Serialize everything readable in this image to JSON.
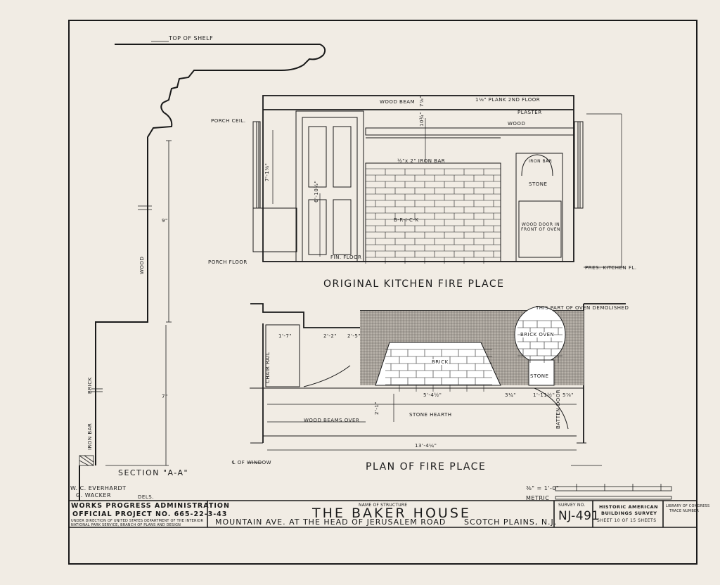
{
  "section": {
    "top_of_shelf": "TOP OF SHELF",
    "wood": "WOOD",
    "brick": "BRICK",
    "iron_bar": "IRON BAR",
    "dim_9": "9\"",
    "dim_7": "7\"",
    "caption": "SECTION \"A-A\""
  },
  "elevation": {
    "caption": "ORIGINAL KITCHEN FIRE PLACE",
    "wood_beam": "WOOD BEAM",
    "plank_2nd_floor": "1⅛\" PLANK 2ND FLOOR",
    "plaster": "PLASTER",
    "wood": "WOOD",
    "porch_ceil": "PORCH CEIL.",
    "porch_floor": "PORCH FLOOR",
    "fin_floor": "FIN. FLOOR",
    "iron_bar": "½\"x 2\" IRON BAR",
    "brick": "B-R-I-C-K",
    "stone": "STONE",
    "iron_bars_oven": "IRON BAR",
    "wood_door": "WOOD DOOR IN FRONT OF OVEN",
    "pres_kitchen_fl": "PRES. KITCHEN FL.",
    "dim_7_1": "7'-1⅜\"",
    "dim_6_10": "6'-10½\"",
    "dim_10": "10¾\"",
    "dim_7_7": "7⅞\""
  },
  "plan": {
    "caption": "PLAN OF FIRE PLACE",
    "demolished_note": "THIS PART OF OVEN DEMOLISHED",
    "brick_oven": "BRICK OVEN",
    "brick": "BRICK",
    "stone": "STONE",
    "chair_rail": "CHAIR RAIL",
    "stone_hearth": "STONE HEARTH",
    "wood_beams_over": "WOOD BEAMS OVER",
    "batten_door": "BATTEN DOOR",
    "of_window": "℄ OF WINDOW",
    "dim_1_7": "1'-7\"",
    "dim_2_2": "2'-2\"",
    "dim_2_5": "2'-5\"",
    "dim_5_4": "5'-4½\"",
    "dim_1_11": "1'-11½\"",
    "dim_13_4": "13'-4¼\"",
    "dim_2_1": "2'-1\"",
    "dim_3_4": "3¼\"",
    "dim_5_8": "5⅞\""
  },
  "scale": {
    "imperial": "⅜\" = 1'-0\"",
    "metric": "METRIC"
  },
  "title_block": {
    "delineators": [
      "W. C. EVERHARDT",
      "G. WACKER",
      "DELS."
    ],
    "wpa": "WORKS PROGRESS ADMINISTRATION",
    "project": "OFFICIAL PROJECT NO. 665-22-3-43",
    "under_direction": "UNDER DIRECTION OF UNITED STATES DEPARTMENT OF THE INTERIOR",
    "nps": "NATIONAL PARK SERVICE, BRANCH OF PLANS AND DESIGN",
    "name_label": "NAME OF STRUCTURE",
    "structure": "THE BAKER HOUSE",
    "location": "MOUNTAIN AVE. AT THE HEAD OF JERUSALEM ROAD",
    "town": "SCOTCH PLAINS, N.J.",
    "survey_label": "SURVEY NO.",
    "survey_no": "NJ-491",
    "habs1": "HISTORIC AMERICAN",
    "habs2": "BUILDINGS SURVEY",
    "sheet": "SHEET 10 OF 15 SHEETS",
    "loc1": "LIBRARY OF CONGRESS",
    "loc2": "TRACE NUMBER"
  }
}
